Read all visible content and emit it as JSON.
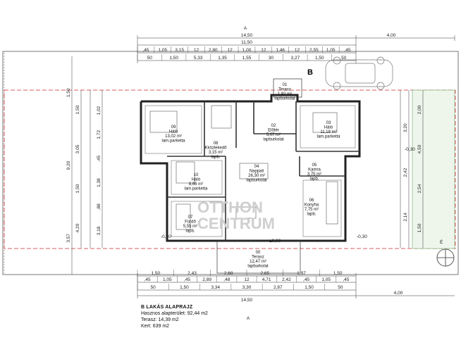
{
  "plan": {
    "compass": {
      "top": "A",
      "bottom": "A",
      "section": "B",
      "north": "É"
    },
    "top_total": [
      "14,50",
      "4,00"
    ],
    "top_row_b": "11,50",
    "top_row_c": [
      ",45",
      "1,05",
      "3,15",
      "12",
      "2,80",
      "12",
      "1,00",
      "12",
      "1,46",
      "12",
      "2,55",
      "1,05",
      ",45"
    ],
    "top_row_d": [
      "50",
      "1,50",
      "5,33",
      "1,35",
      "1,55",
      "30",
      "3,27",
      "1,50",
      "50"
    ],
    "bottom_row_a": [
      "1,50",
      "2,43",
      "2,68",
      "2,65",
      "1,97",
      "1,50"
    ],
    "bottom_row_b": [
      ",45",
      "1,05",
      ",45",
      "2,89",
      ",48",
      "12",
      "4,71",
      "2,42",
      ",45",
      "1,05",
      ",45"
    ],
    "bottom_row_c": [
      "50",
      "1,50",
      "3,34",
      "3,30",
      "2,87",
      "1,50",
      "50"
    ],
    "bottom_total": [
      "14,50",
      "4,00"
    ],
    "left_outer": [
      "1,50",
      "9,20",
      "3,57"
    ],
    "left_inner": [
      "1,50",
      "3,05",
      "1,50",
      "4,20"
    ],
    "left_inner2": [
      "1,02",
      "1,72",
      ",45",
      "1,38",
      ",88",
      "3,18"
    ],
    "right_outer": [
      "2,00",
      "4,50",
      "2,54",
      "1,50"
    ],
    "right_inner": [
      "3,20",
      "2,42",
      "2,14"
    ],
    "rooms": [
      {
        "num": "09",
        "name": "Háló",
        "area": "13,02 m²",
        "floor": "lam.parketta"
      },
      {
        "num": "03",
        "name": "Háló",
        "area": "11,18 m²",
        "floor": "lam.parketta"
      },
      {
        "num": "02",
        "name": "Előtér",
        "area": "5,07 m²",
        "floor": "lapburkolat"
      },
      {
        "num": "04",
        "name": "Nappali",
        "area": "26,30 m²",
        "floor": "lapburkolat"
      },
      {
        "num": "05",
        "name": "Kamra",
        "area": "3,75 m²",
        "floor": "lapb."
      },
      {
        "num": "06",
        "name": "Konyha",
        "area": "7,75 m²",
        "floor": "lapb."
      },
      {
        "num": "07",
        "name": "Fürdő",
        "area": "5,55 m²",
        "floor": "lapb."
      },
      {
        "num": "10",
        "name": "Háló",
        "area": "8,66 m²",
        "floor": "lam.parketta"
      },
      {
        "num": "08",
        "name": "Kközlekedő",
        "area": "3,15 m²",
        "floor": "lapb."
      },
      {
        "num": "01",
        "name": "Terasz",
        "area": "1,92 m²",
        "floor": "lapburkolat"
      },
      {
        "num": "00",
        "name": "Terasz",
        "area": "12,47 m²",
        "floor": "lapburkolat"
      }
    ],
    "levels": [
      "-0,30",
      "±0,00",
      "-0,30",
      "-0,30"
    ],
    "watermark": [
      "OTTHON",
      "CENTRUM"
    ]
  },
  "info": {
    "title": "B LAKÁS ALAPRAJZ",
    "line1": "Hasznos alapterület: 92,44 m2",
    "line2": "Terasz:  14,39 m2",
    "line3": "Kert:      639 m2"
  }
}
